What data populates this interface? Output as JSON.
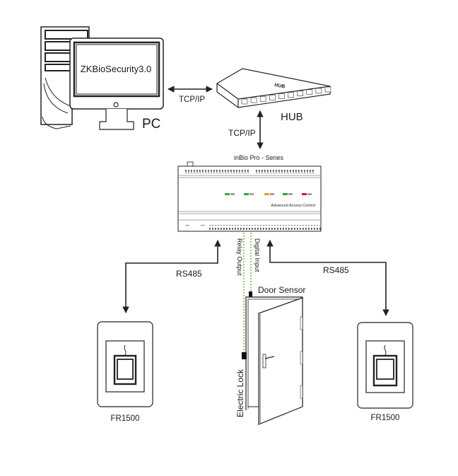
{
  "pc": {
    "screen_text": "ZKBioSecurity3.0",
    "label": "PC"
  },
  "hub": {
    "device_text": "HUB",
    "label": "HUB",
    "port_count": 10
  },
  "links": {
    "pc_hub": "TCP/IP",
    "hub_controller": "TCP/IP",
    "left_reader": "RS485",
    "right_reader": "RS485",
    "relay_output": "Relay Output",
    "digital_input": "Digital Input"
  },
  "controller": {
    "series_label": "inBio Pro - Series",
    "product_text": "Advanced Access Control",
    "leds": [
      {
        "name": "led-1",
        "color": "#3aa53a"
      },
      {
        "name": "led-2",
        "color": "#3aa53a"
      },
      {
        "name": "led-3",
        "color": "#e0a020"
      },
      {
        "name": "led-4",
        "color": "#2f9a40"
      },
      {
        "name": "led-5",
        "color": "#c0282a"
      }
    ]
  },
  "door": {
    "sensor_label": "Door Sensor",
    "lock_label": "Electric Lock"
  },
  "readers": [
    {
      "label": "FR1500"
    },
    {
      "label": "FR1500"
    }
  ],
  "colors": {
    "line": "#222222",
    "signal_dotted": "#7dc242"
  }
}
